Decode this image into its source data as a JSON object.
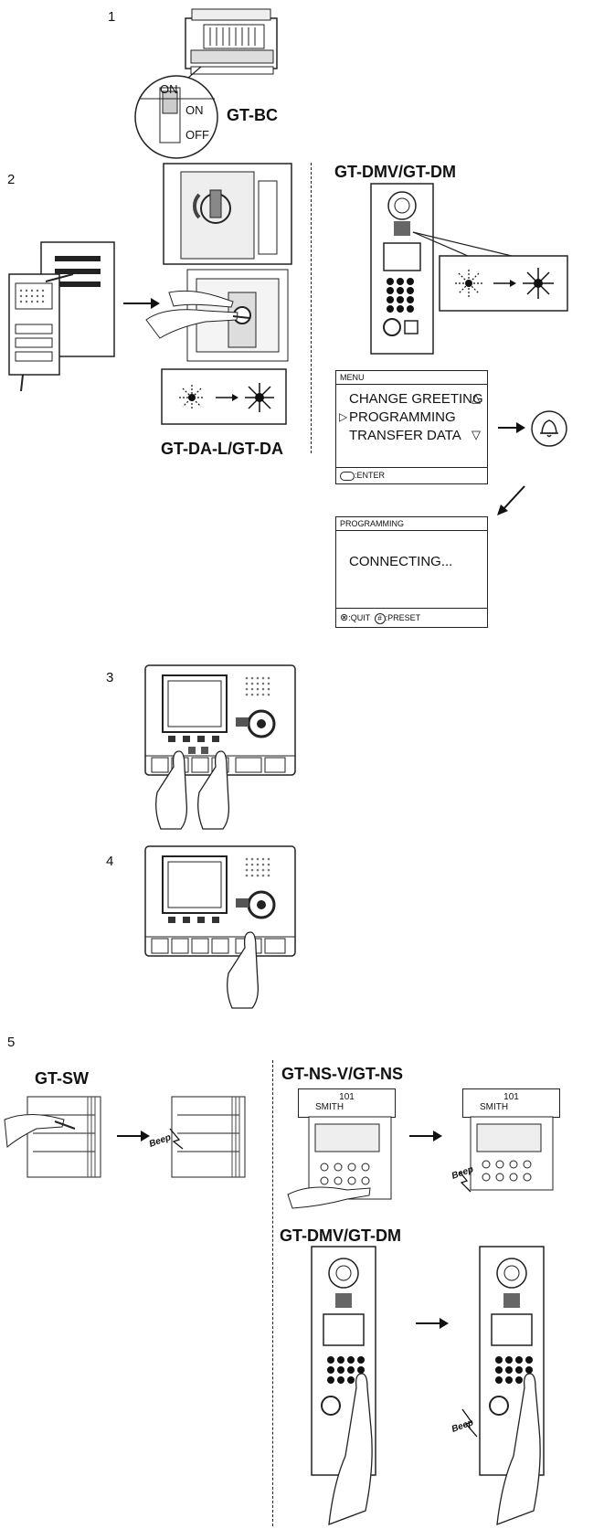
{
  "steps": [
    "1",
    "2",
    "3",
    "4",
    "5"
  ],
  "labels": {
    "gt_bc": "GT-BC",
    "on": "ON",
    "switch_on": "ON",
    "switch_off": "OFF",
    "gt_da": "GT-DA-L/GT-DA",
    "gt_dmv_top": "GT-DMV/GT-DM",
    "gt_sw": "GT-SW",
    "gt_ns": "GT-NS-V/GT-NS",
    "gt_dmv_bottom": "GT-DMV/GT-DM",
    "beep": "Beep"
  },
  "menu_screen": {
    "title": "MENU",
    "items": [
      "CHANGE GREETING",
      "PROGRAMMING",
      "TRANSFER DATA"
    ],
    "footer": ":ENTER"
  },
  "programming_screen": {
    "title": "PROGRAMMING",
    "message": "CONNECTING...",
    "footer_quit": ":QUIT",
    "footer_preset": ":PRESET"
  },
  "nameplate": {
    "number": "101",
    "name": "SMITH"
  }
}
